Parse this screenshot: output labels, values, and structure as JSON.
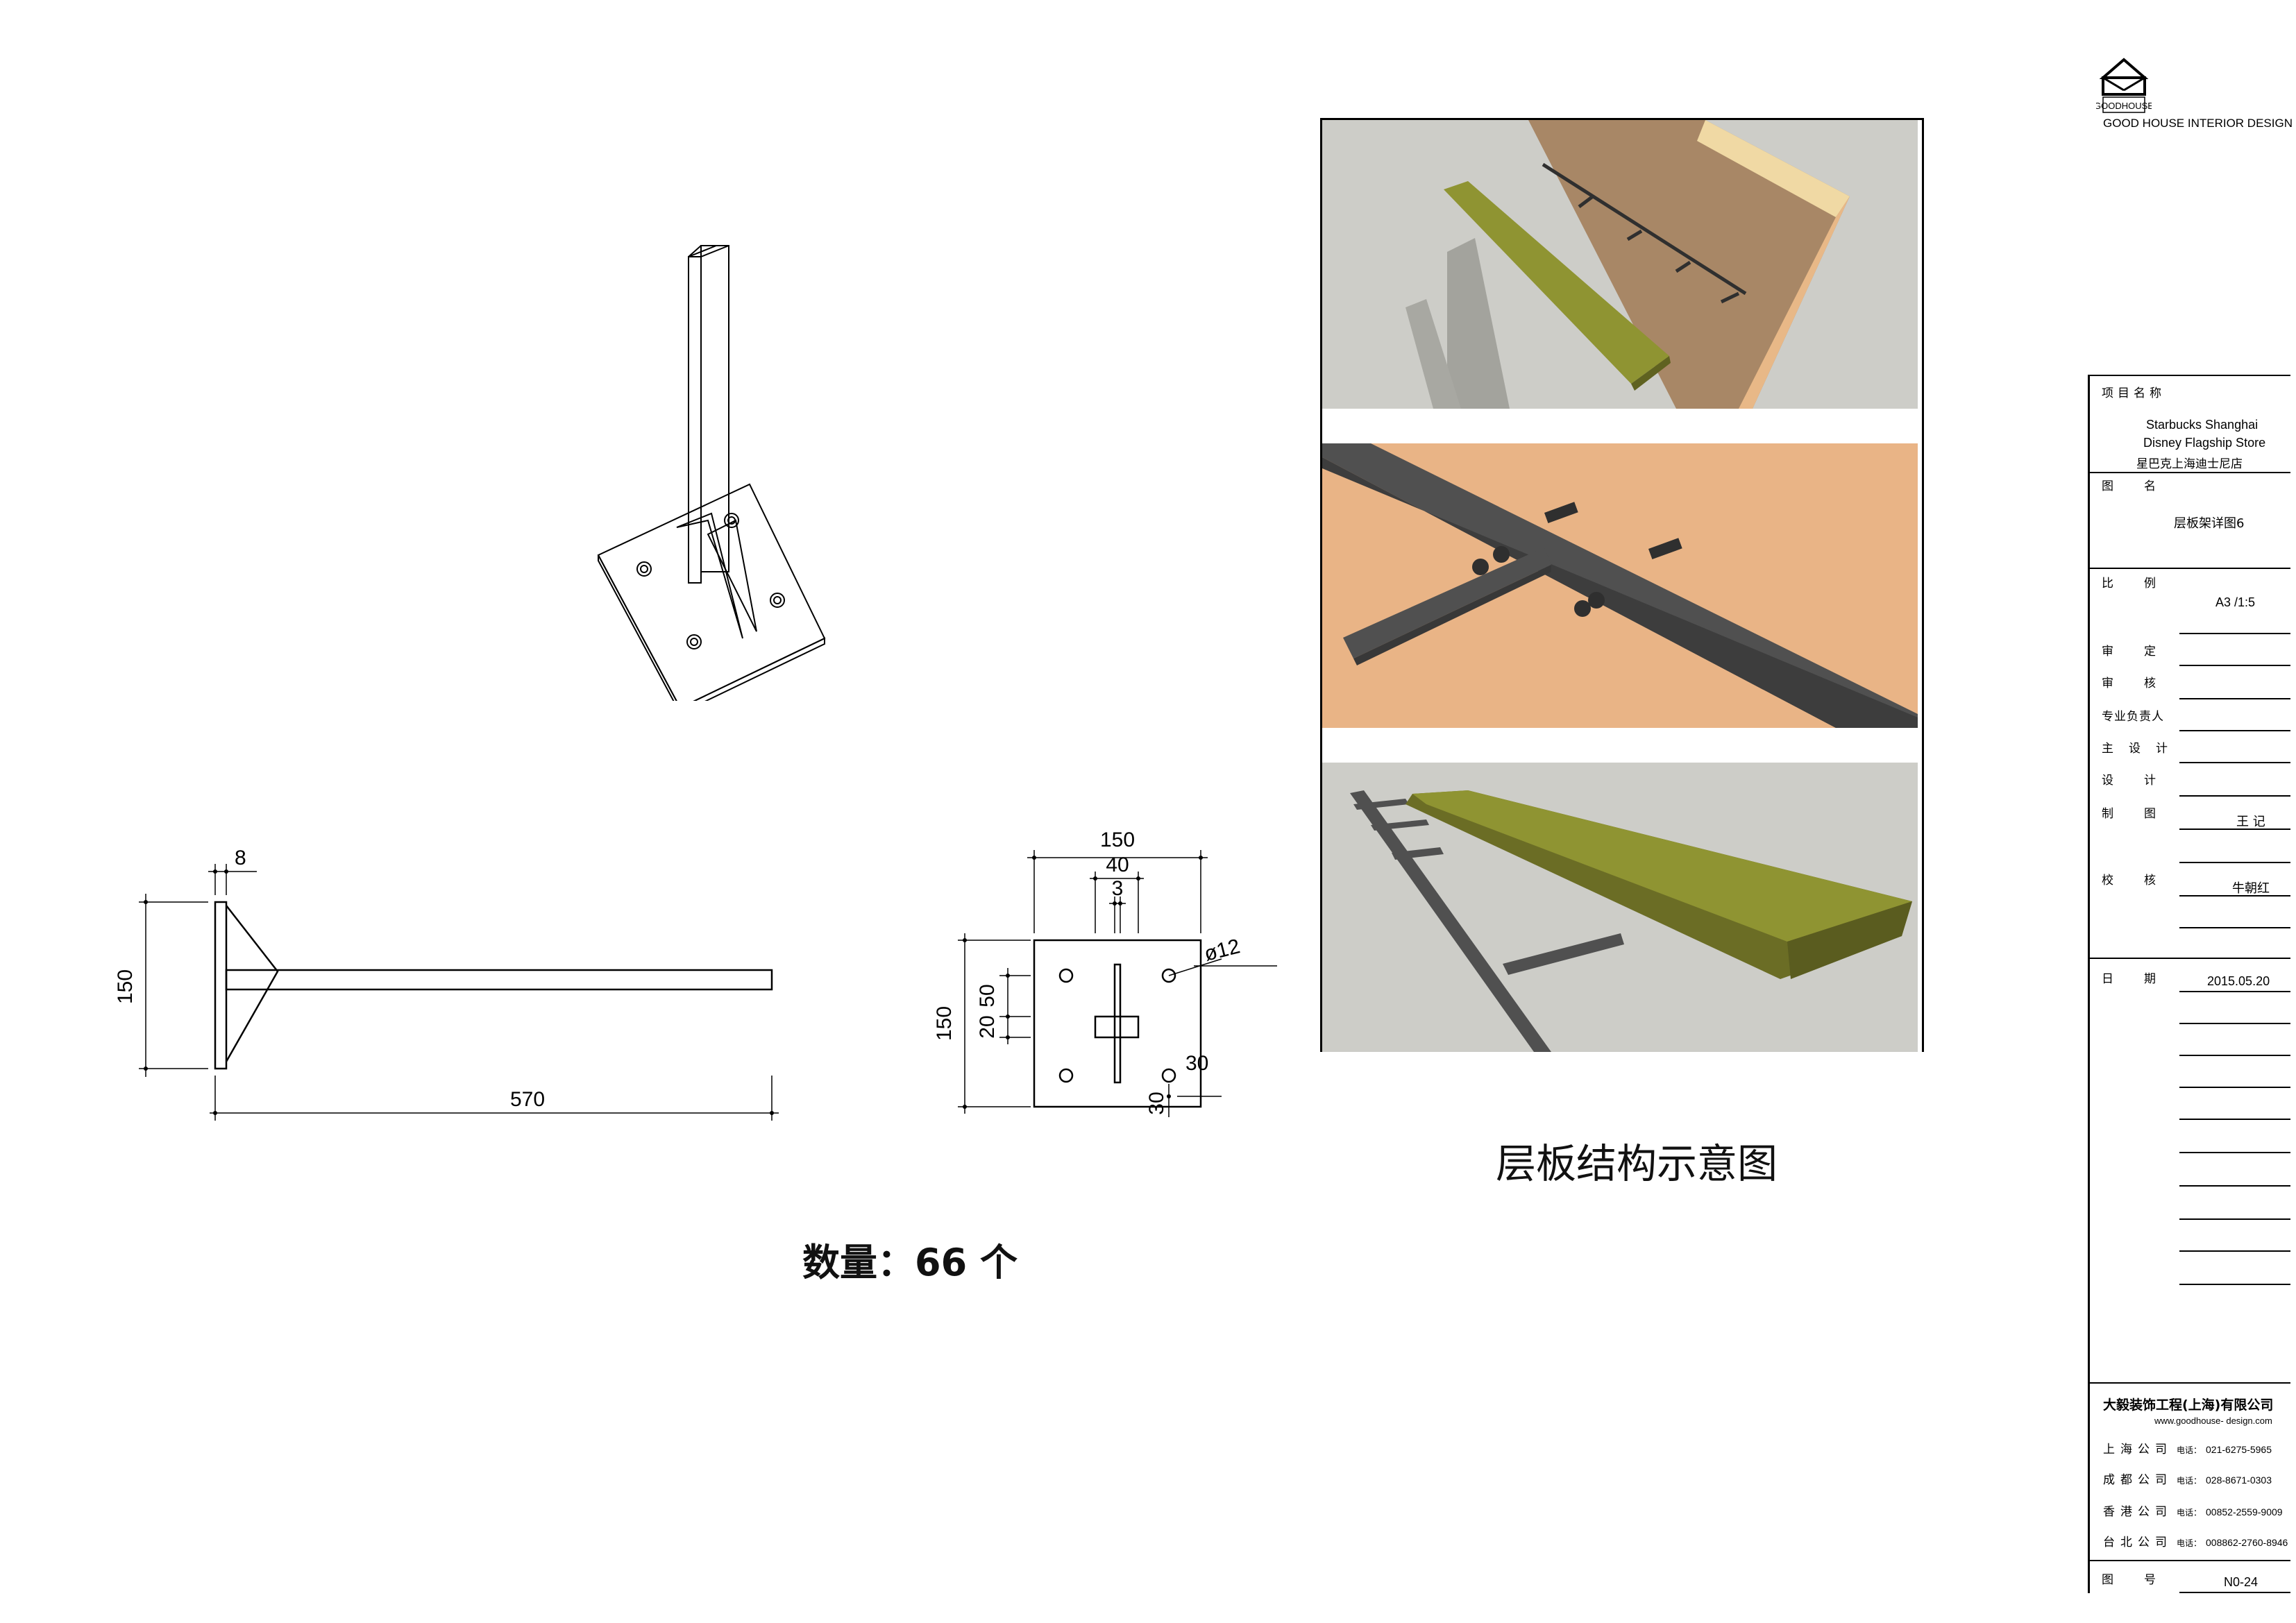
{
  "brand": {
    "logo_text": "GOODHOUSE",
    "name": "GOOD HOUSE INTERIOR DESIGN"
  },
  "drawings": {
    "side_view": {
      "dim_thickness": "8",
      "dim_height": "150",
      "dim_length": "570"
    },
    "plate_view": {
      "dim_width": "150",
      "dim_inner": "40",
      "dim_slot": "3",
      "dim_height": "150",
      "dim_50": "50",
      "dim_20": "20",
      "dim_30_a": "30",
      "dim_30_b": "30",
      "hole_dia": "ø12"
    },
    "quantity": "数量：66 个"
  },
  "renders": {
    "caption": "层板结构示意图",
    "colors": {
      "background": "#cdcdc8",
      "wall": "#a88766",
      "board": "#8f9432",
      "steel": "#505050",
      "wood_bg": "#e9b486"
    }
  },
  "title_block": {
    "project_label": "项目名称",
    "project_en_1": "Starbucks Shanghai",
    "project_en_2": "Disney Flagship Store",
    "project_cn": "星巴克上海迪士尼店",
    "drawing_label": "图名",
    "drawing_name": "层板架详图6",
    "scale_label": "比例",
    "scale_value": "A3 /1:5",
    "approve_label": "审定",
    "review_label": "审核",
    "lead_label": "专业负责人",
    "chief_label": "主设计",
    "design_label": "设计",
    "draw_label": "制图",
    "draw_value": "王 记",
    "check_label": "校核",
    "check_value": "牛朝红",
    "date_label": "日期",
    "date_value": "2015.05.20",
    "company_name": "大毅装饰工程(上海)有限公司",
    "company_web": "www.goodhouse- design.com",
    "offices": [
      {
        "city": "上海公司",
        "tel_label": "电话：",
        "tel": "021-6275-5965"
      },
      {
        "city": "成都公司",
        "tel_label": "电话：",
        "tel": "028-8671-0303"
      },
      {
        "city": "香港公司",
        "tel_label": "电话：",
        "tel": "00852-2559-9009"
      },
      {
        "city": "台北公司",
        "tel_label": "电话：",
        "tel": "008862-2760-8946"
      }
    ],
    "number_label": "图号",
    "number_value": "N0-24"
  }
}
